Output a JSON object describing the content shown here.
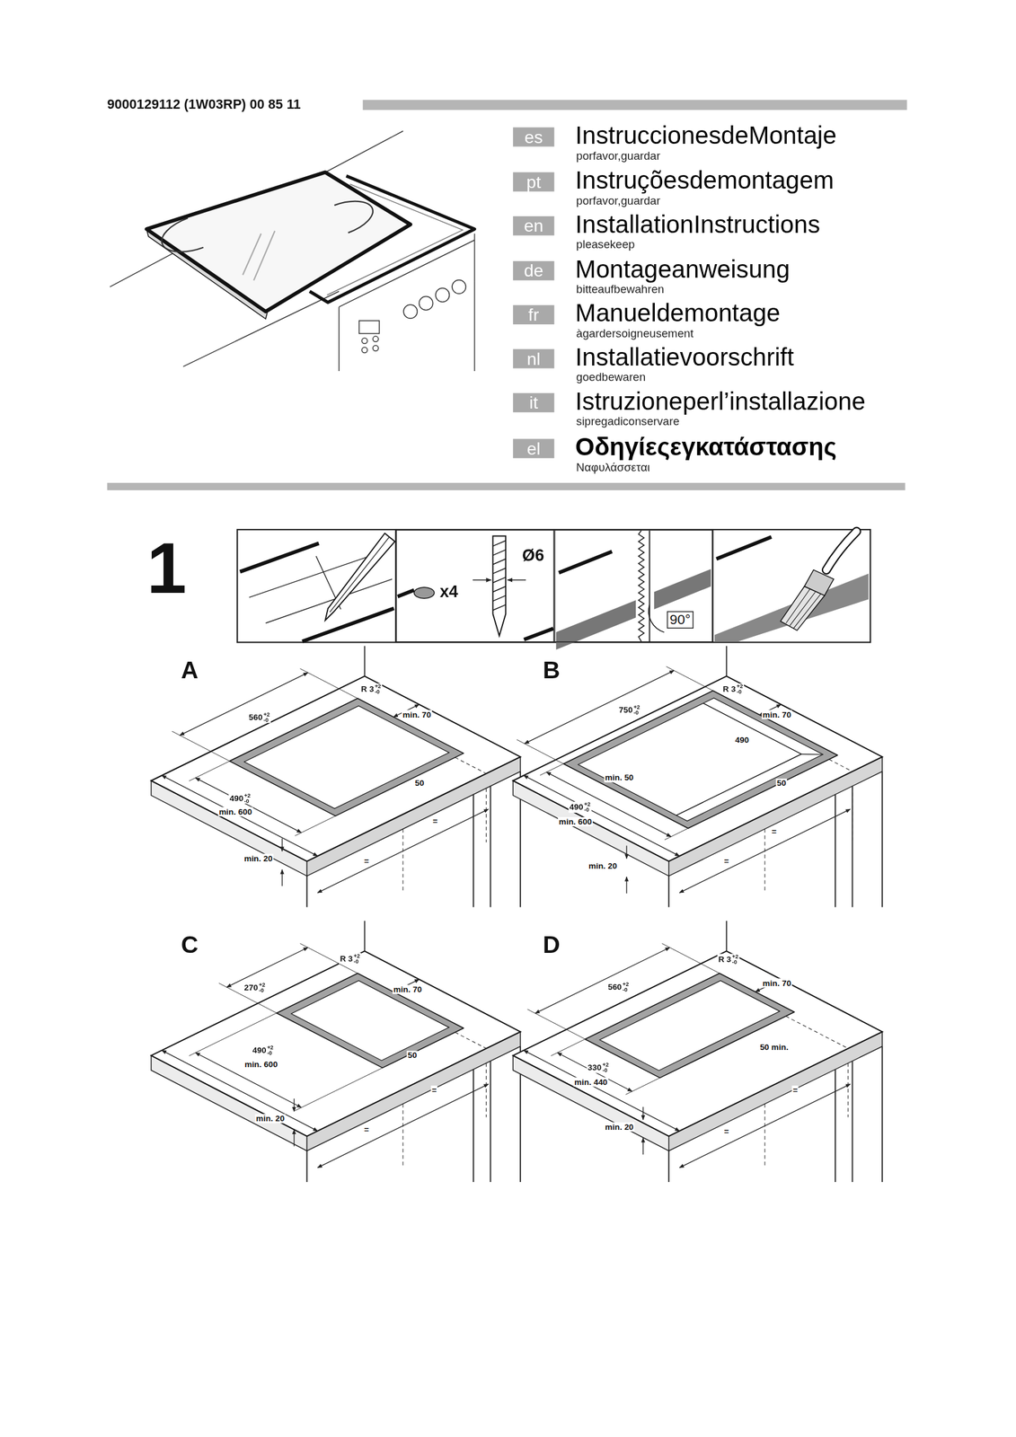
{
  "diagram": {
    "nodes": [
      {
        "text": [
          "es",
          "InstruccionesdeMontaje",
          "porfavor,guardar"
        ]
      },
      {
        "text": [
          "pt",
          "Instruçõesdemontagem",
          "porfavor,guardar"
        ]
      },
      {
        "text": [
          "en",
          "InstallationInstructions",
          "pleasekeep"
        ]
      },
      {
        "text": [
          "de",
          "Montageanweisung",
          "bitteaufbewahren"
        ]
      },
      {
        "text": [
          "fr",
          "Manueldemontage",
          "àgardersoigneusement"
        ]
      },
      {
        "text": [
          "nl",
          "Installatievoorschrift",
          "goedbewaren"
        ]
      },
      {
        "text": [
          "it",
          "Istruzioneperl’installazione",
          "sipregadiconservare"
        ]
      },
      {
        "text": [
          "el",
          "Οδηγίεςεγκατάστασης",
          "Ναφυλάσσεται"
        ]
      },
      {
        "text": [
          "Ø6",
          "x4"
        ]
      },
      {
        "text": [
          "90°"
        ]
      }
    ],
    "labels": [
      "9000129112 (1W03RP) 00 85 11",
      "1",
      "A",
      "R 3",
      "+2",
      "-0",
      "560",
      "+2",
      "-0",
      "min. 70",
      "490",
      "+2",
      "-0",
      "min. 600",
      "50",
      "min. 20",
      "=",
      "=",
      "B",
      "R 3",
      "+2",
      "-0",
      "750",
      "+2",
      "-0",
      "min. 70",
      "490",
      "min. 50",
      "50",
      "490",
      "+2",
      "-0",
      "min. 600",
      "min. 20",
      "=",
      "=",
      "C",
      "R 3",
      "+2",
      "-0",
      "270",
      "+2",
      "-0",
      "min. 70",
      "490",
      "+2",
      "-0",
      "min. 600",
      "50",
      "min. 20",
      "=",
      "=",
      "D",
      "R 3",
      "+2",
      "-0",
      "560",
      "+2",
      "-0",
      "min. 70",
      "50 min.",
      "330",
      "+2",
      "-0",
      "min. 440",
      "min. 20",
      "=",
      "="
    ]
  }
}
